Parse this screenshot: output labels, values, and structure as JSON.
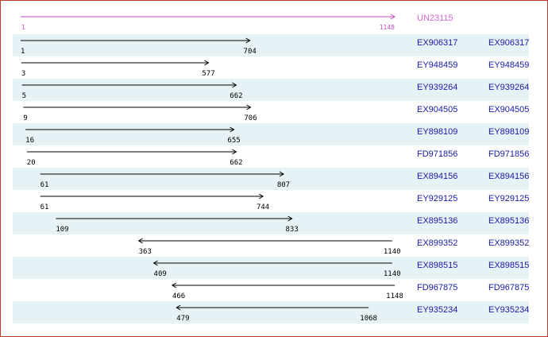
{
  "chart_data": {
    "type": "alignment",
    "reference": {
      "name": "UN23115",
      "start": 1,
      "end": 1148,
      "color": "#c64fc6"
    },
    "colors": {
      "row_band": "#e6f2f5",
      "arrow": "#000000",
      "link": "#1a1aa6",
      "frame": "#c0392b"
    },
    "hits": [
      {
        "name": "EX906317",
        "link": "EX906317",
        "start": 1,
        "end": 704,
        "direction": "forward"
      },
      {
        "name": "EY948459",
        "link": "EY948459",
        "start": 3,
        "end": 577,
        "direction": "forward"
      },
      {
        "name": "EY939264",
        "link": "EY939264",
        "start": 5,
        "end": 662,
        "direction": "forward"
      },
      {
        "name": "EX904505",
        "link": "EX904505",
        "start": 9,
        "end": 706,
        "direction": "forward"
      },
      {
        "name": "EY898109",
        "link": "EY898109",
        "start": 16,
        "end": 655,
        "direction": "forward"
      },
      {
        "name": "FD971856",
        "link": "FD971856",
        "start": 20,
        "end": 662,
        "direction": "forward"
      },
      {
        "name": "EX894156",
        "link": "EX894156",
        "start": 61,
        "end": 807,
        "direction": "forward"
      },
      {
        "name": "EY929125",
        "link": "EY929125",
        "start": 61,
        "end": 744,
        "direction": "forward"
      },
      {
        "name": "EX895136",
        "link": "EX895136",
        "start": 109,
        "end": 833,
        "direction": "forward"
      },
      {
        "name": "EX899352",
        "link": "EX899352",
        "start": 363,
        "end": 1140,
        "direction": "reverse"
      },
      {
        "name": "EX898515",
        "link": "EX898515",
        "start": 409,
        "end": 1140,
        "direction": "reverse"
      },
      {
        "name": "FD967875",
        "link": "FD967875",
        "start": 466,
        "end": 1148,
        "direction": "reverse"
      },
      {
        "name": "EY935234",
        "link": "EY935234",
        "start": 479,
        "end": 1068,
        "direction": "reverse"
      }
    ]
  }
}
